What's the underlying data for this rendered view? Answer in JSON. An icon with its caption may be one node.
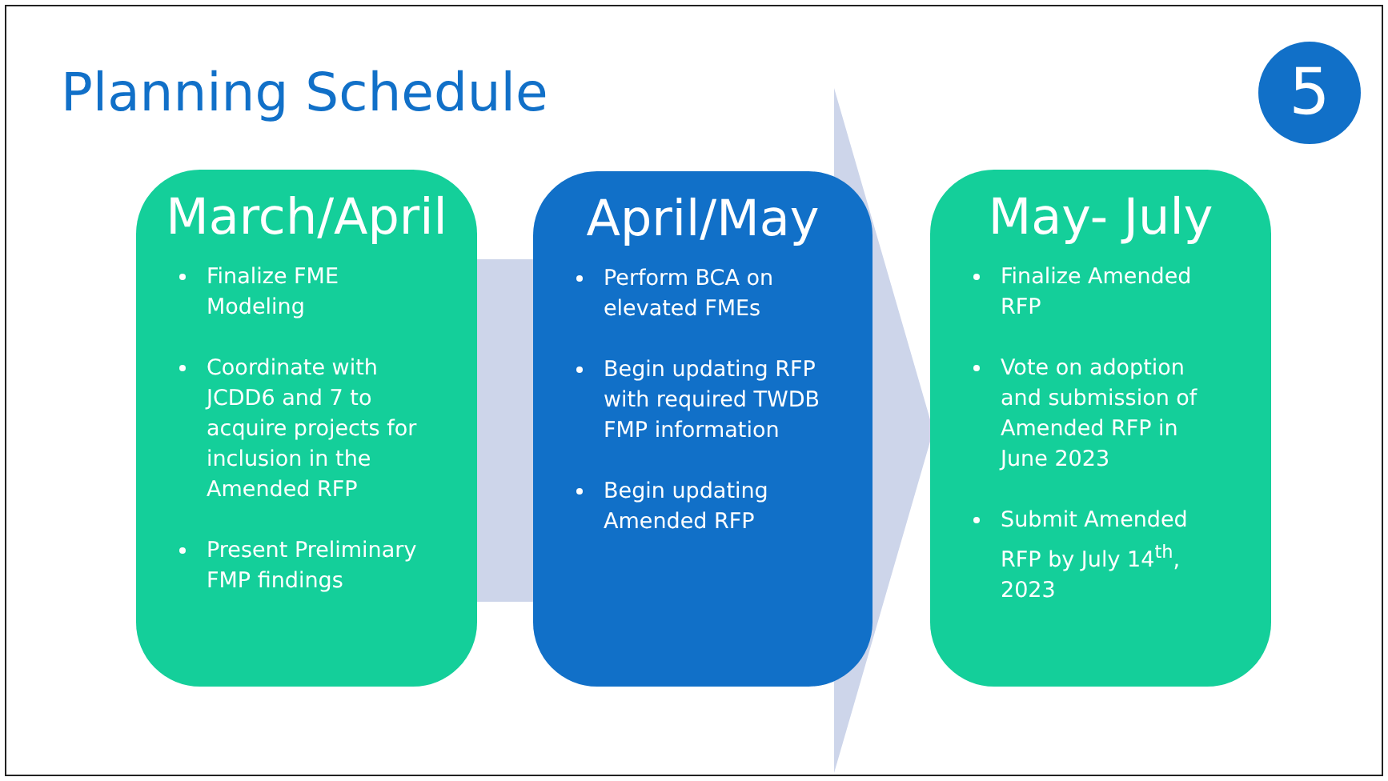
{
  "diagram": {
    "title": "Planning Schedule",
    "nodes": [
      {
        "text": [
          "5"
        ]
      },
      {
        "text": [
          "March/April",
          "Finalize FME Modeling",
          "Coordinate with JCDD6 and 7 to acquire projects for inclusion in the Amended RFP",
          "Present Preliminary FMP findings"
        ]
      },
      {
        "text": [
          "April/May",
          "Perform BCA on elevated FMEs",
          "Begin updating RFP with required TWDB FMP information",
          "Begin updating Amended RFP"
        ]
      },
      {
        "text": [
          "May- July",
          "Finalize Amended RFP",
          "Vote on adoption and submission of Amended RFP in June 2023",
          "Submit Amended RFP by July 14$^{th}$, 2023"
        ]
      }
    ],
    "edges": [
      {
        "from": 1,
        "to": 3,
        "arrow": "to"
      }
    ]
  }
}
